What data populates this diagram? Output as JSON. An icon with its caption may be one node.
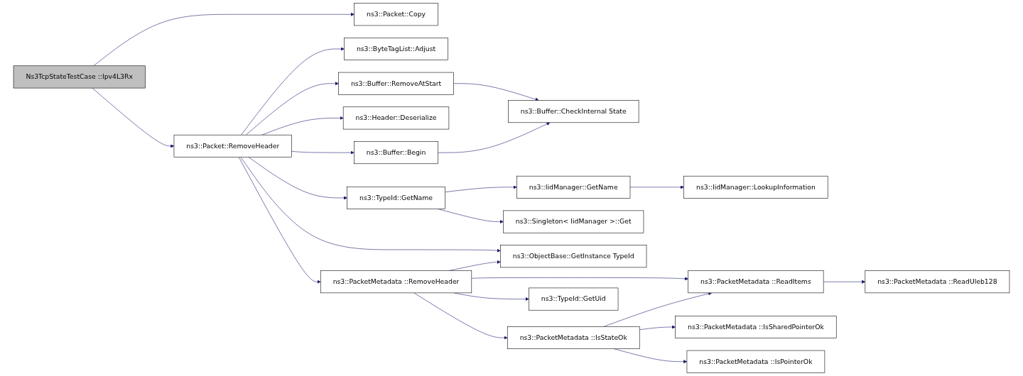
{
  "diagram": {
    "nodes": [
      {
        "text": [
          "Ns3TcpStateTestCase ::Ipv4L3Rx"
        ]
      },
      {
        "text": [
          "ns3::Packet::Copy"
        ]
      },
      {
        "text": [
          "ns3::Packet::RemoveHeader"
        ]
      },
      {
        "text": [
          "ns3::ByteTagList::Adjust"
        ]
      },
      {
        "text": [
          "ns3::Buffer::RemoveAtStart"
        ]
      },
      {
        "text": [
          "ns3::Header::Deserialize"
        ]
      },
      {
        "text": [
          "ns3::Buffer::Begin"
        ]
      },
      {
        "text": [
          "ns3::TypeId::GetName"
        ]
      },
      {
        "text": [
          "ns3::ObjectBase::GetInstance TypeId"
        ]
      },
      {
        "text": [
          "ns3::PacketMetadata ::RemoveHeader"
        ]
      },
      {
        "text": [
          "ns3::Buffer::CheckInternal State"
        ]
      },
      {
        "text": [
          "ns3::IidManager::GetName"
        ]
      },
      {
        "text": [
          "ns3::Singleton< IidManager >::Get"
        ]
      },
      {
        "text": [
          "ns3::PacketMetadata ::ReadItems"
        ]
      },
      {
        "text": [
          "ns3::TypeId::GetUid"
        ]
      },
      {
        "text": [
          "ns3::PacketMetadata ::IsStateOk"
        ]
      },
      {
        "text": [
          "ns3::IidManager::LookupInformation"
        ]
      },
      {
        "text": [
          "ns3::PacketMetadata ::ReadUleb128"
        ]
      },
      {
        "text": [
          "ns3::PacketMetadata ::IsSharedPointerOk"
        ]
      },
      {
        "text": [
          "ns3::PacketMetadata ::IsPointerOk"
        ]
      }
    ],
    "edges": [
      {
        "from": 0,
        "to": 1,
        "arrow": "to"
      },
      {
        "from": 0,
        "to": 2,
        "arrow": "to"
      },
      {
        "from": 2,
        "to": 3,
        "arrow": "to"
      },
      {
        "from": 2,
        "to": 4,
        "arrow": "to"
      },
      {
        "from": 2,
        "to": 5,
        "arrow": "to"
      },
      {
        "from": 2,
        "to": 6,
        "arrow": "to"
      },
      {
        "from": 2,
        "to": 7,
        "arrow": "to"
      },
      {
        "from": 2,
        "to": 8,
        "arrow": "to"
      },
      {
        "from": 2,
        "to": 9,
        "arrow": "to"
      },
      {
        "from": 4,
        "to": 10,
        "arrow": "to"
      },
      {
        "from": 6,
        "to": 10,
        "arrow": "to"
      },
      {
        "from": 7,
        "to": 11,
        "arrow": "to"
      },
      {
        "from": 7,
        "to": 12,
        "arrow": "to"
      },
      {
        "from": 11,
        "to": 16,
        "arrow": "to"
      },
      {
        "from": 9,
        "to": 8,
        "arrow": "to"
      },
      {
        "from": 9,
        "to": 13,
        "arrow": "to"
      },
      {
        "from": 9,
        "to": 14,
        "arrow": "to"
      },
      {
        "from": 9,
        "to": 15,
        "arrow": "to"
      },
      {
        "from": 15,
        "to": 13,
        "arrow": "to"
      },
      {
        "from": 15,
        "to": 18,
        "arrow": "to"
      },
      {
        "from": 15,
        "to": 19,
        "arrow": "to"
      },
      {
        "from": 13,
        "to": 17,
        "arrow": "to"
      }
    ]
  }
}
